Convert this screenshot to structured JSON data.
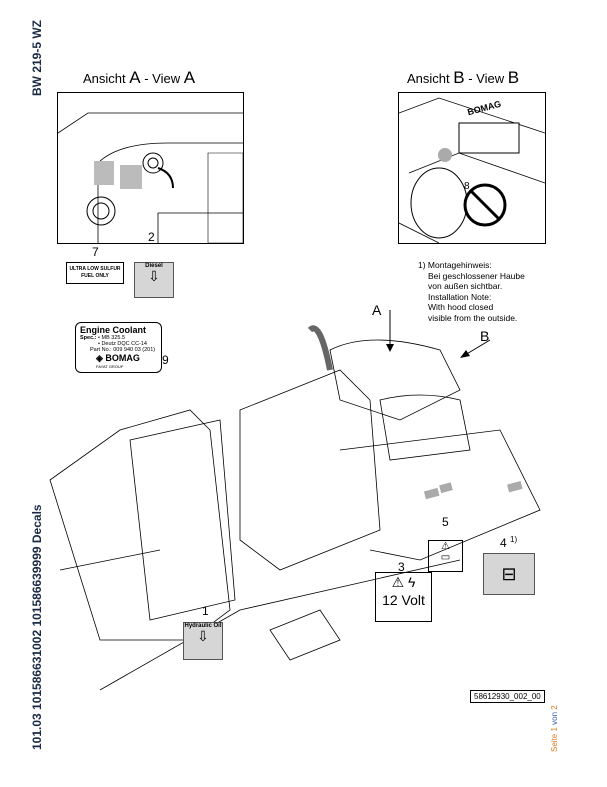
{
  "side_header": "BW 219-5 WZ",
  "side_footer": "101.03 101586631002 101586639999 Decals",
  "page_indicator": {
    "seite": "Seite",
    "current": "1",
    "von": "von",
    "total": "2"
  },
  "view_a": {
    "prefix": "Ansicht ",
    "letter": "A",
    "sep": " - View ",
    "letter2": "A"
  },
  "view_b": {
    "prefix": "Ansicht ",
    "letter": "B",
    "sep": " - View ",
    "letter2": "B"
  },
  "callouts": {
    "n1": "1",
    "n2": "2",
    "n3": "3",
    "n4": "4",
    "n4_note": "1)",
    "n5": "5",
    "n7": "7",
    "n8": "8",
    "n9": "9",
    "arrow_a": "A",
    "arrow_b": "B"
  },
  "note": {
    "lines": [
      "1) Montagehinweis:",
      "Bei geschlossener Haube",
      "von außen sichtbar.",
      "Installation Note:",
      "With hood closed",
      "visible from the outside."
    ]
  },
  "decal_fuel": {
    "line1": "ULTRA LOW SULFUR",
    "line2": "FUEL ONLY"
  },
  "decal_diesel": {
    "title": "Diesel"
  },
  "decal_coolant": {
    "title": "Engine Coolant",
    "spec_label": "Spec.:",
    "spec1": "• MB 325.5",
    "spec2": "• Deutz DQC CC-14",
    "part": "Part No.: 009 940 03 (201)",
    "brand": "BOMAG",
    "brand_sub": "FAYAT GROUP"
  },
  "decal_hydraulic": {
    "title": "Hydraulic Oil"
  },
  "decal_voltage": {
    "text": "12 Volt"
  },
  "drawing_number": "58612930_002_00",
  "colors": {
    "side_text": "#1a2a44",
    "page_indicator": "#e07a1f",
    "page_indicator_alt": "#3a5fa8",
    "decal_grey": "#d6d6d6"
  }
}
